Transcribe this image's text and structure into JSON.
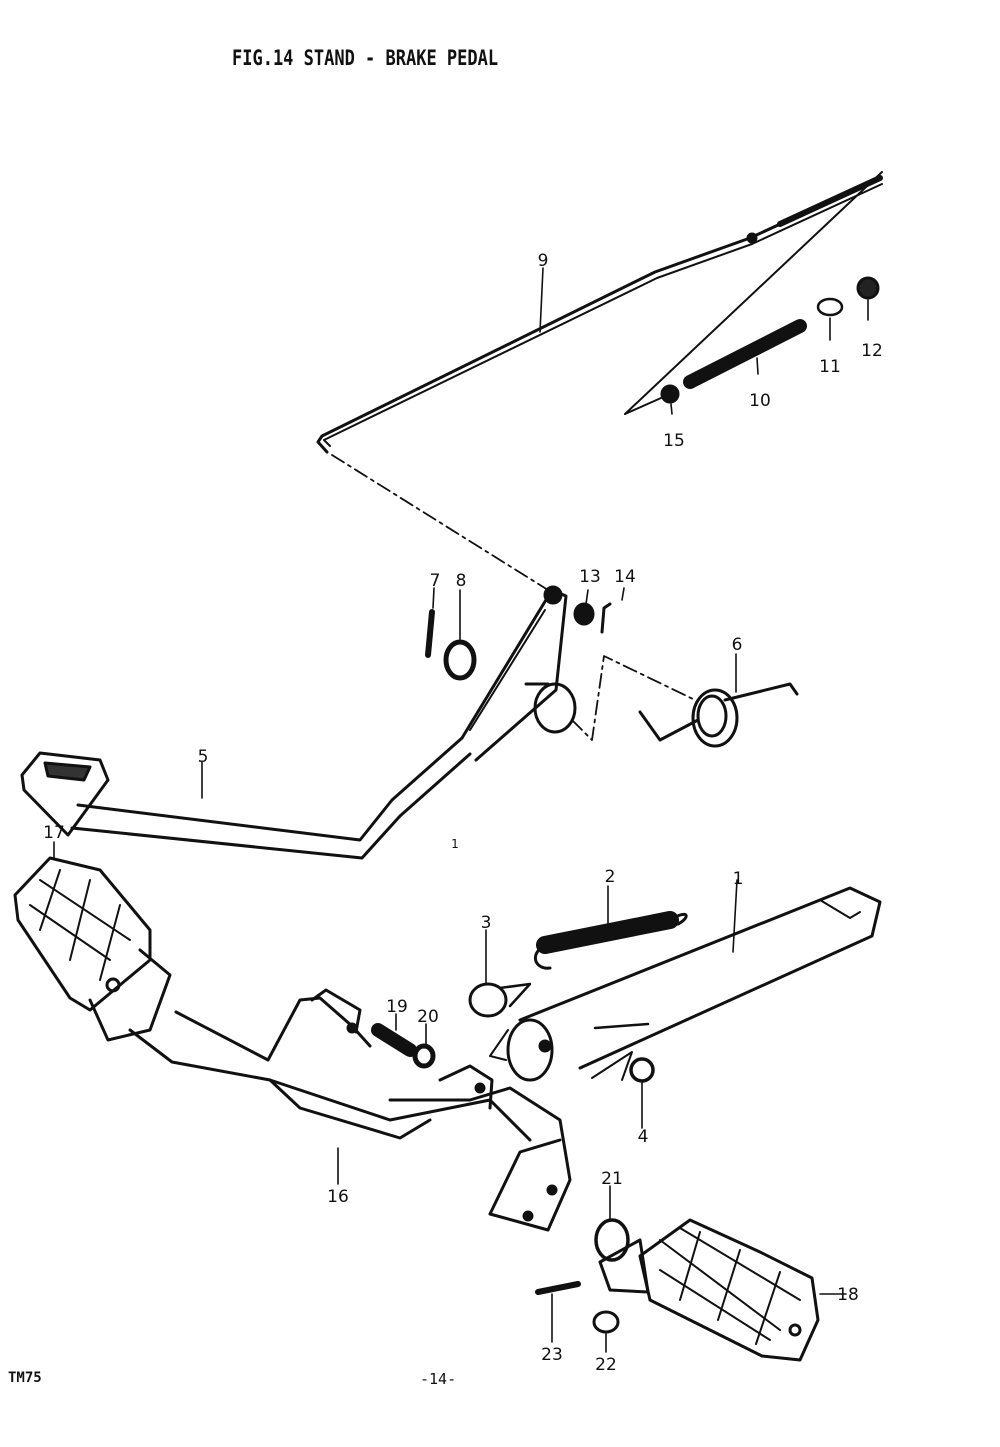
{
  "figure_title": "FIG.14 STAND - BRAKE PEDAL",
  "model_code": "TM75",
  "page_number": "-14-",
  "callouts": [
    "1",
    "1",
    "2",
    "3",
    "4",
    "5",
    "6",
    "7",
    "8",
    "9",
    "10",
    "11",
    "12",
    "13",
    "14",
    "15",
    "16",
    "17",
    "18",
    "19",
    "20",
    "21",
    "22",
    "23"
  ]
}
